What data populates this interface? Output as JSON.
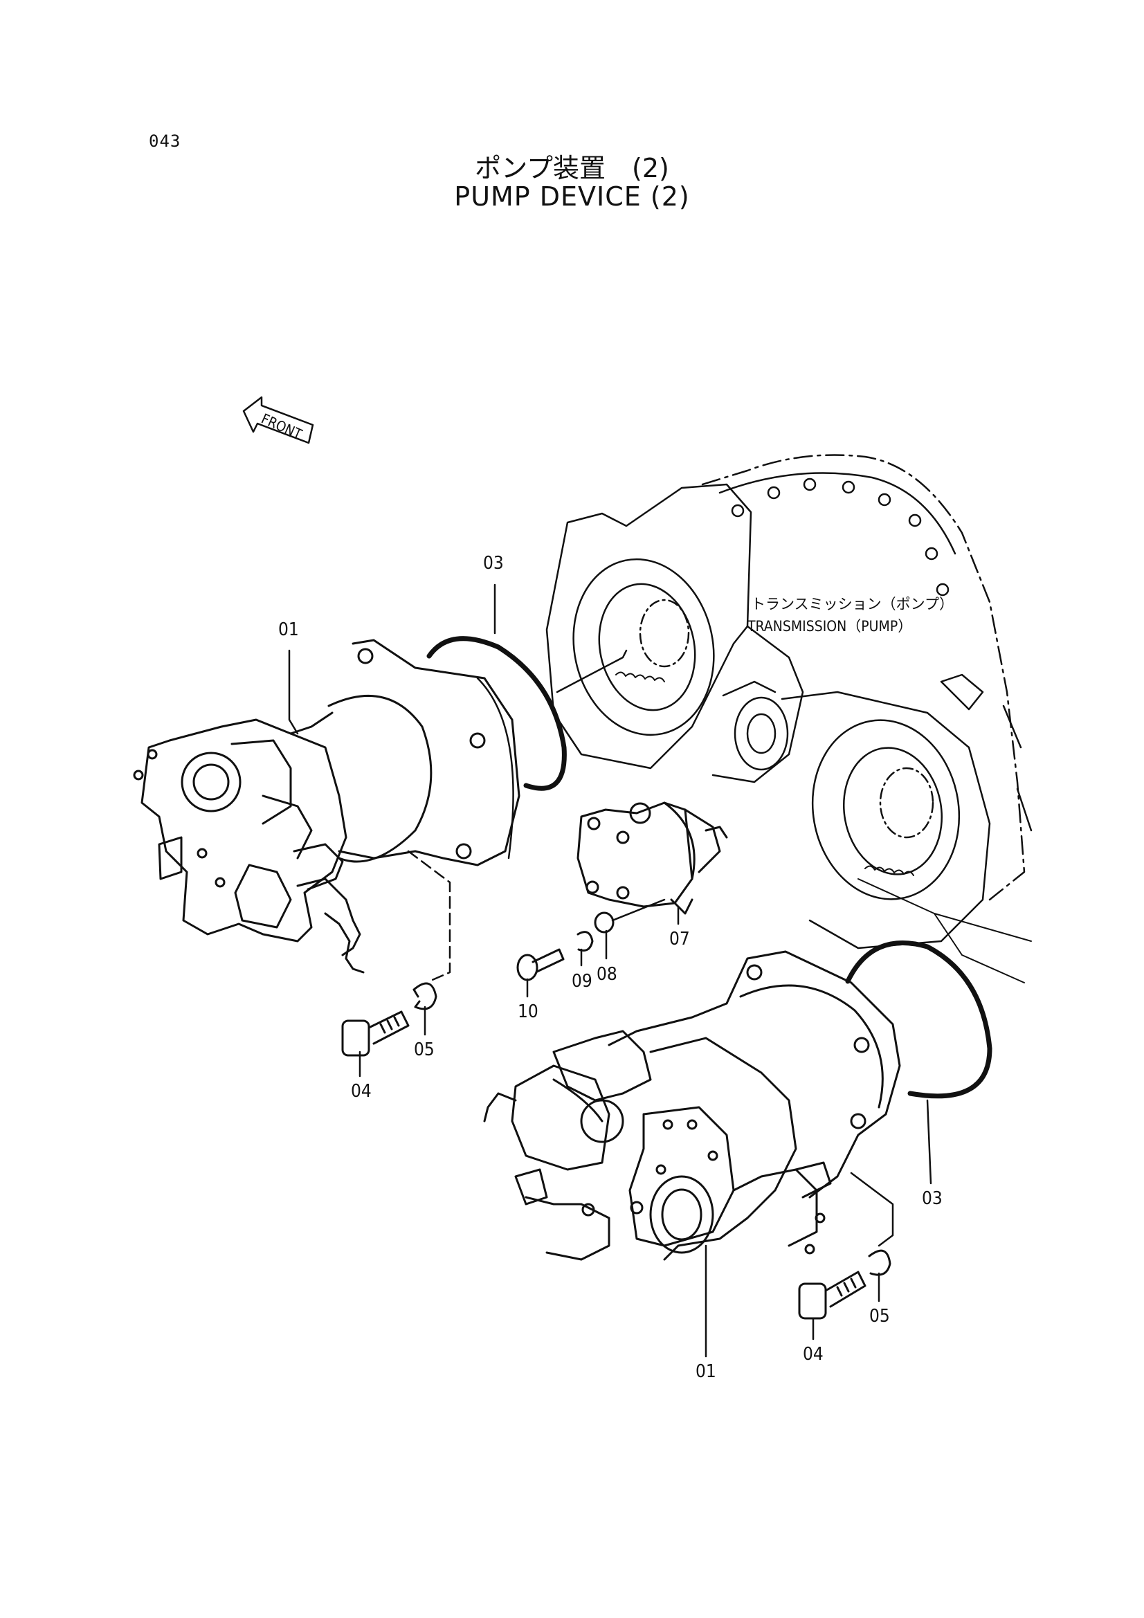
{
  "page": {
    "number": "043"
  },
  "title": {
    "japanese": "ポンプ装置　(2)",
    "english": "PUMP DEVICE (2)"
  },
  "front_marker": {
    "label": "FRONT",
    "icon": "front-arrow-icon"
  },
  "assembly": {
    "japanese": "トランスミッション（ポンプ）",
    "english": "TRANSMISSION（PUMP）"
  },
  "callouts": {
    "c01_upper": "01",
    "c01_lower": "01",
    "c03_upper": "03",
    "c03_lower": "03",
    "c04_upper": "04",
    "c04_lower": "04",
    "c05_upper": "05",
    "c05_lower": "05",
    "c07": "07",
    "c08": "08",
    "c09": "09",
    "c10": "10"
  }
}
